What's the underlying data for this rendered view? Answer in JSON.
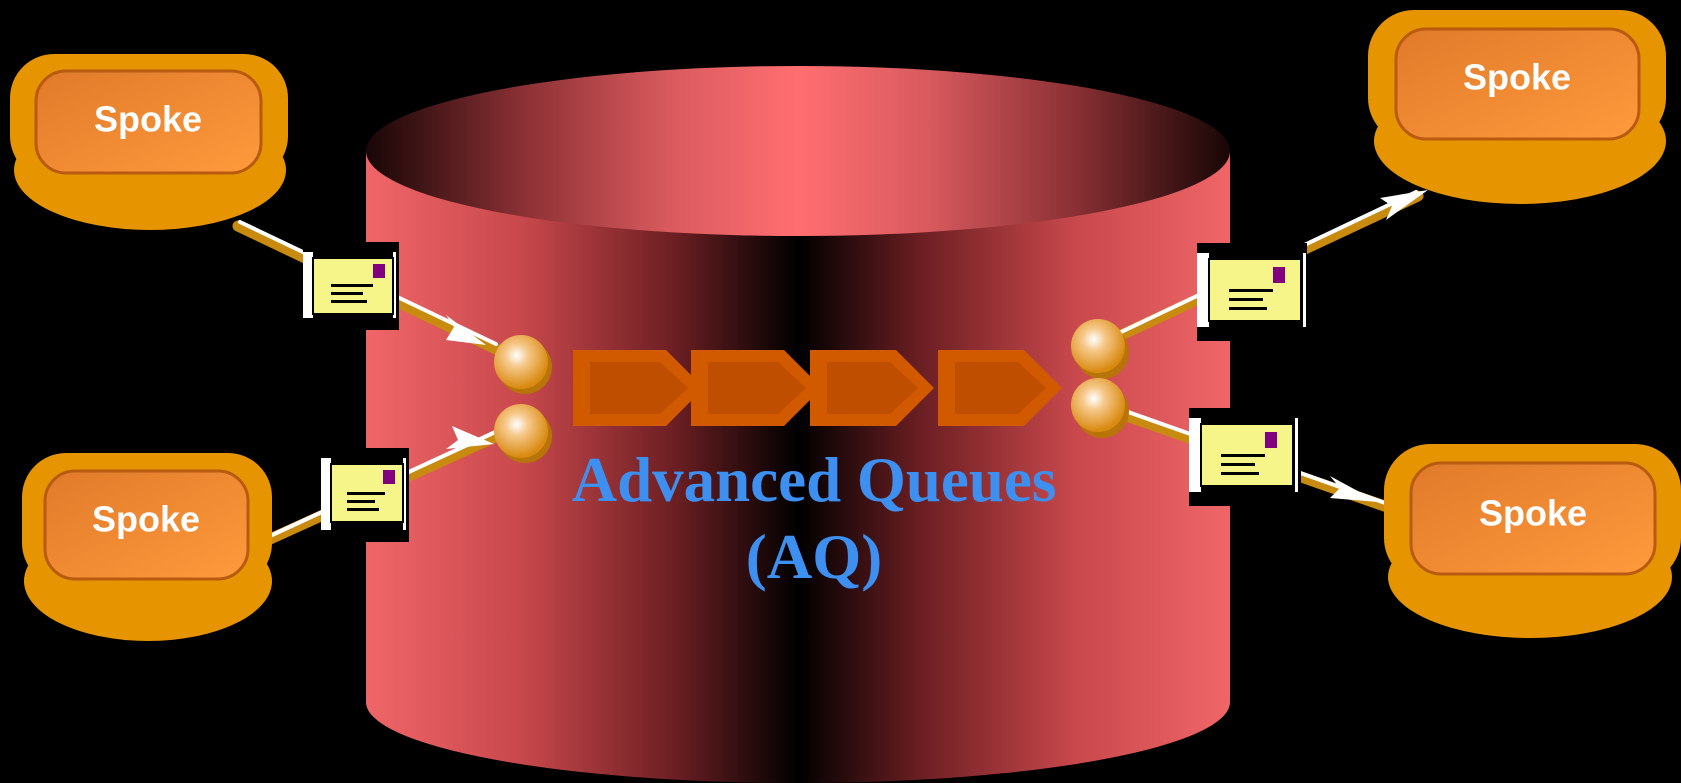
{
  "title": {
    "line1": "Advanced Queues",
    "line2": "(AQ)"
  },
  "spokes": [
    {
      "id": "top-left",
      "label": "Spoke"
    },
    {
      "id": "bottom-left",
      "label": "Spoke"
    },
    {
      "id": "top-right",
      "label": "Spoke"
    },
    {
      "id": "bottom-right",
      "label": "Spoke"
    }
  ],
  "colors": {
    "background": "#000000",
    "cylinder": "#f06668",
    "spoke_outer": "#e69500",
    "spoke_inner": "#f49a40",
    "queue_arrow": "#d96000",
    "title": "#3d8ff0",
    "envelope": "#f5f58a",
    "stamp": "#800080"
  },
  "icons": {
    "message": "envelope-icon",
    "queue_item": "chevron-arrow-icon",
    "endpoint": "sphere-node-icon"
  },
  "queue": {
    "item_count": 4
  }
}
